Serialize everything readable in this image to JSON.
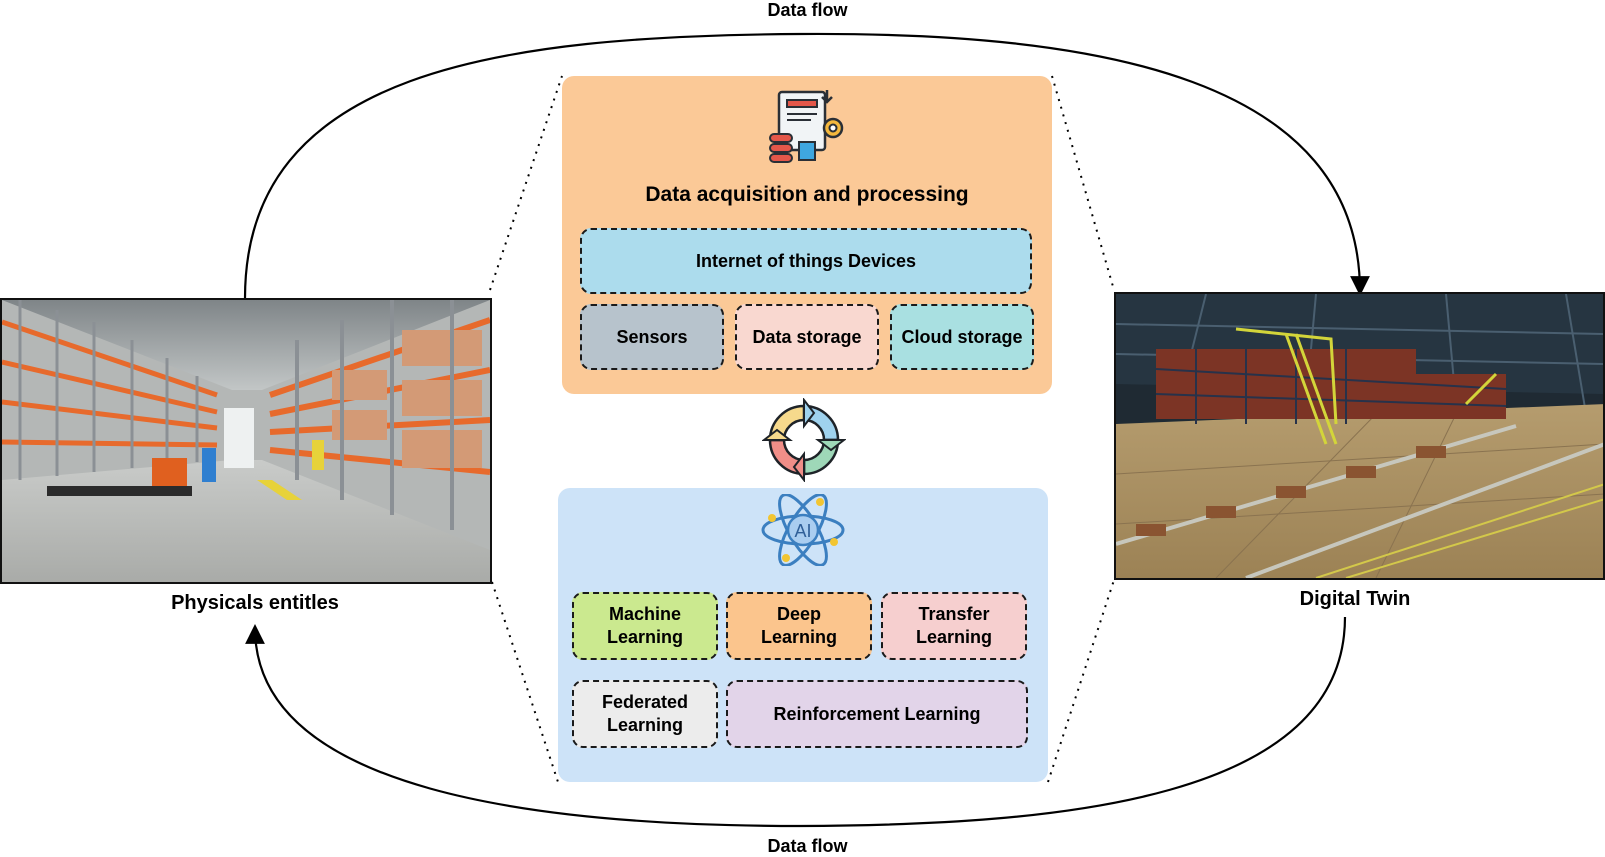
{
  "flow": {
    "top_label": "Data flow",
    "bottom_label": "Data flow"
  },
  "physical": {
    "caption": "Physicals  entitles"
  },
  "digital": {
    "caption": "Digital Twin"
  },
  "acquisition": {
    "title": "Data acquisition and processing",
    "icon": "document-database-gear-icon",
    "iot": "Internet of things Devices",
    "sensors": "Sensors",
    "storage": "Data storage",
    "cloud": "Cloud storage"
  },
  "cycle_icon": "refresh-cycle-icon",
  "ai": {
    "icon": "ai-atom-icon",
    "icon_text": "AI",
    "ml": "Machine Learning",
    "dl": "Deep Learning",
    "tl": "Transfer Learning",
    "fl": "Federated Learning",
    "rl": "Reinforcement Learning"
  },
  "colors": {
    "acquisition_panel": "#fbc997",
    "ai_panel": "#cde3f8",
    "iot_box": "#acdced",
    "sensors_box": "#b7c3cc",
    "storage_box": "#f9d8d0",
    "cloud_box": "#a9e0e1",
    "ml_box": "#cbe98f",
    "dl_box": "#fbc58d",
    "tl_box": "#f6cfcf",
    "fl_box": "#ececec",
    "rl_box": "#e2d4e9"
  }
}
